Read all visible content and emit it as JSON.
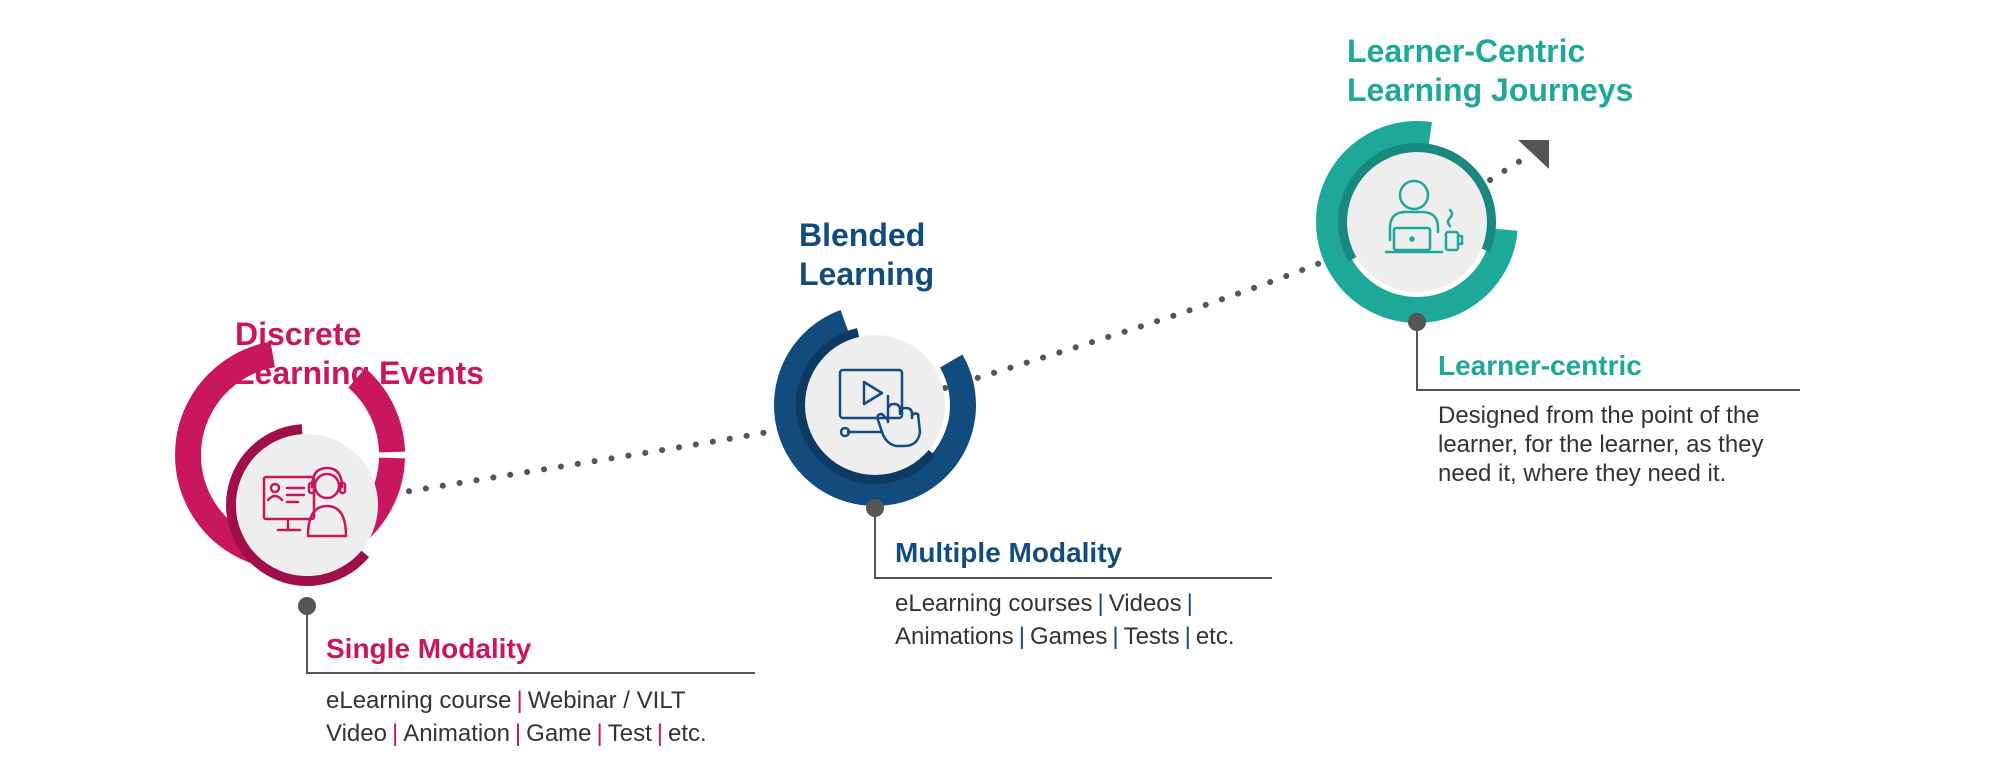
{
  "colors": {
    "pink": "#c8175d",
    "pink_dark": "#a10f48",
    "blue": "#124c7f",
    "blue_dark": "#0d3a63",
    "teal": "#1ea89a",
    "teal_dark": "#17897e",
    "connector": "#555555",
    "text": "#333333"
  },
  "stages": [
    {
      "title_lines": [
        "Discrete",
        "Learning Events"
      ],
      "icon": "instructor-screen-icon",
      "subtitle": "Single Modality",
      "desc_lines": [
        [
          "eLearning course",
          "Webinar / VILT"
        ],
        [
          "Video",
          "Animation",
          "Game",
          "Test",
          "etc."
        ]
      ]
    },
    {
      "title_lines": [
        "Blended",
        "Learning"
      ],
      "icon": "video-click-icon",
      "subtitle": "Multiple Modality",
      "desc_lines": [
        [
          "eLearning courses",
          "Videos",
          ""
        ],
        [
          "Animations",
          "Games",
          "Tests",
          "etc."
        ]
      ]
    },
    {
      "title_lines": [
        "Learner-Centric",
        "Learning Journeys"
      ],
      "icon": "learner-laptop-icon",
      "subtitle": "Learner-centric",
      "desc_lines": [
        [
          "Designed from the point of the"
        ],
        [
          "learner, for the learner, as they"
        ],
        [
          "need it, where they need it."
        ]
      ]
    }
  ]
}
